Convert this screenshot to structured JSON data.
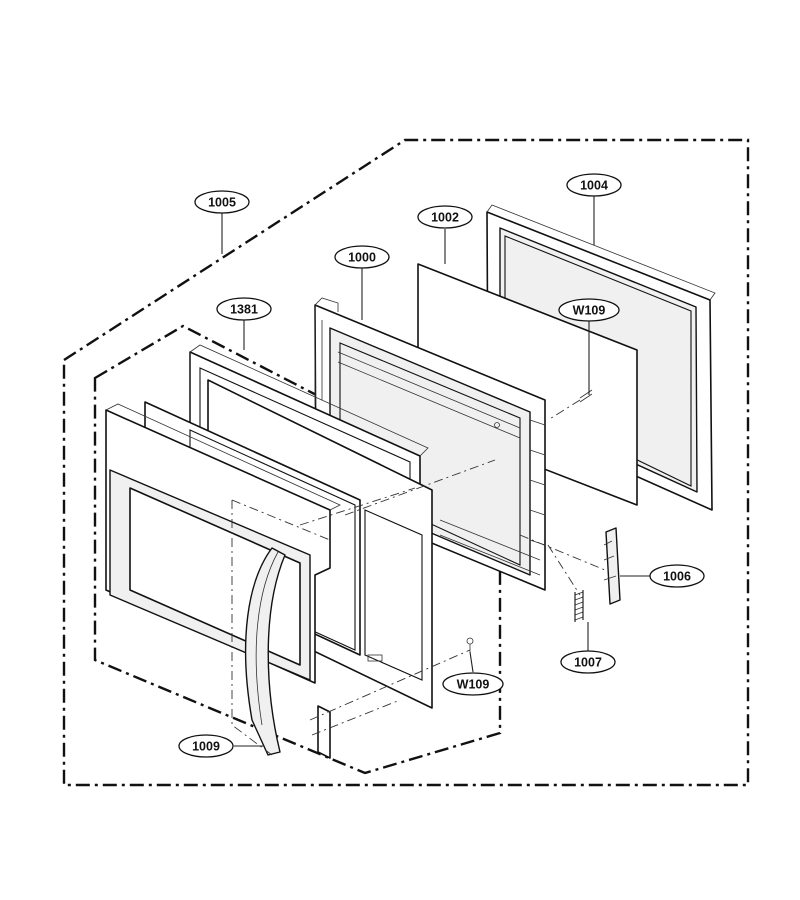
{
  "callouts": [
    {
      "id": "c1005",
      "label": "1005"
    },
    {
      "id": "c1002",
      "label": "1002"
    },
    {
      "id": "c1004",
      "label": "1004"
    },
    {
      "id": "c1000",
      "label": "1000"
    },
    {
      "id": "c1381",
      "label": "1381"
    },
    {
      "id": "cw109a",
      "label": "W109"
    },
    {
      "id": "c1006",
      "label": "1006"
    },
    {
      "id": "c1007",
      "label": "1007"
    },
    {
      "id": "cw109b",
      "label": "W109"
    },
    {
      "id": "c1009",
      "label": "1009"
    }
  ]
}
